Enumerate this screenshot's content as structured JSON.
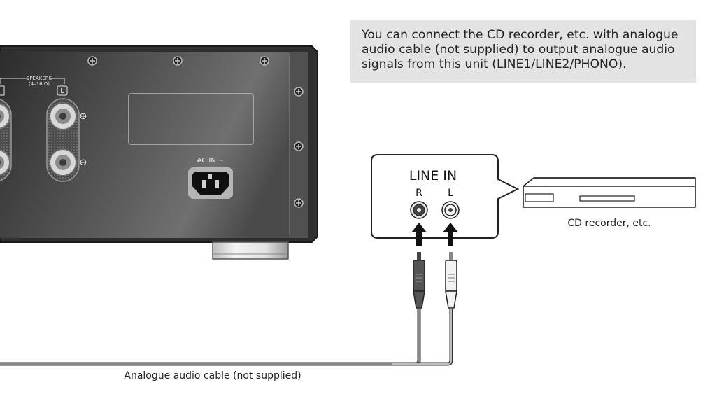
{
  "note": {
    "lines": [
      "You can connect the CD recorder, etc. with analogue",
      "audio cable (not supplied) to output analogue audio",
      "signals from this unit (LINE1/LINE2/PHONO)."
    ]
  },
  "unit": {
    "speakers_label": "SPEAKERS",
    "impedance_label": "(4–16 Ω)",
    "left_channel_tag": "L",
    "plus_symbol": "⊕",
    "minus_symbol": "⊖",
    "ac_in_label": "AC IN ∼"
  },
  "callout": {
    "title": "LINE IN",
    "right_label": "R",
    "left_label": "L"
  },
  "device_caption": "CD recorder, etc.",
  "cable_caption": "Analogue audio cable (not supplied)",
  "colors": {
    "panel_dark": "#3a3a3a",
    "panel_light": "#6e6e6e",
    "note_background": "#e3e3e3",
    "cable": "#555555"
  }
}
